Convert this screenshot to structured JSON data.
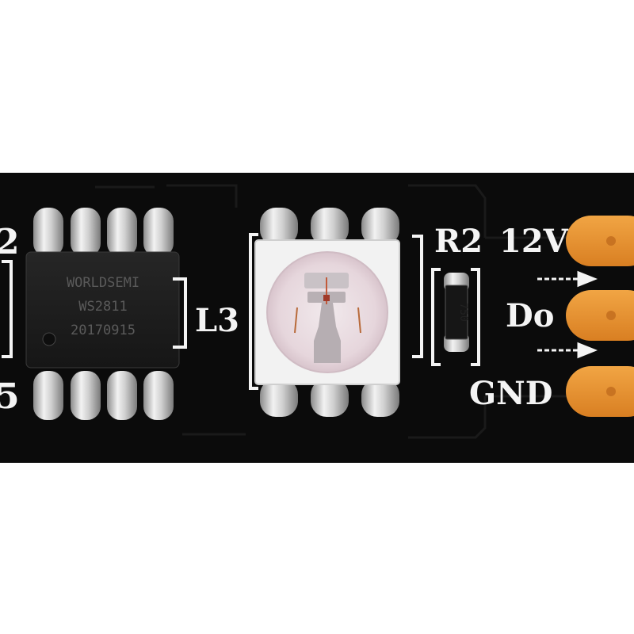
{
  "photo": {
    "colors": {
      "background": "#ffffff",
      "pcb": "#0b0b0b",
      "silkscreen": "#f4f4f4",
      "solder": "#d9d9d9",
      "copper_pad": "#e8912f",
      "ic_body": "#1c1c1c",
      "led_body": "#f2f2f2",
      "led_lens": "#ebe0e4",
      "resistor_body": "#161616"
    },
    "labels": {
      "left_partial_top": "2",
      "left_partial_bottom": "5",
      "inductor": "L3",
      "resistor": "R2",
      "voltage": "12V",
      "data_out": "Do",
      "ground": "GND"
    },
    "ic_markings": {
      "line1": "WORLDSEMI",
      "line2": "WS2811",
      "line3": "20170915"
    },
    "resistor_marking": "750"
  }
}
